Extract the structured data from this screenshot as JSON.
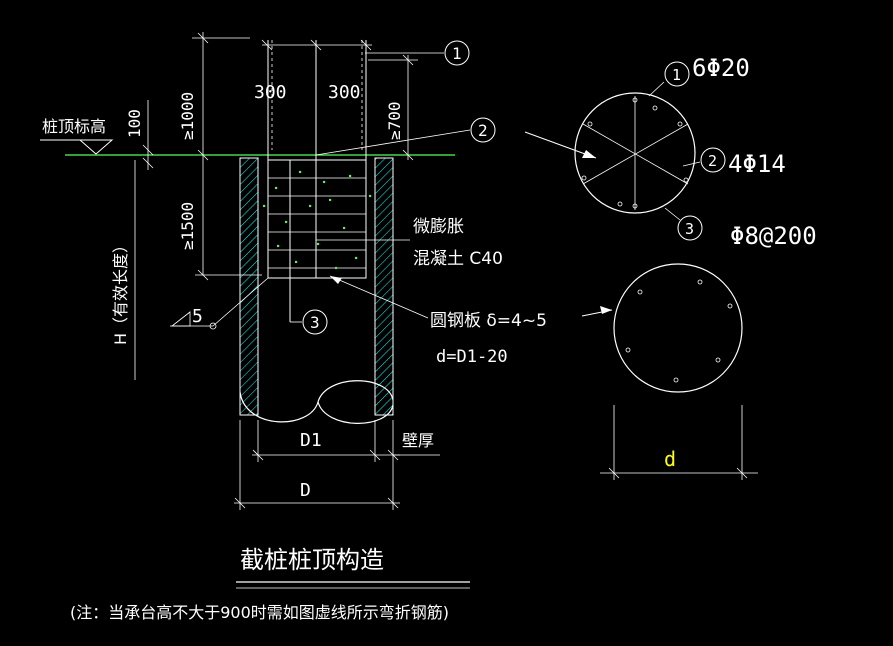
{
  "colors": {
    "background": "#000000",
    "line": "#ffffff",
    "text": "#ffffff",
    "yellow_text": "#ffff00",
    "dimension": "#ffff99",
    "ground": "#55ff55",
    "hatch": "#00ffff",
    "concrete_dots": "#55ff55"
  },
  "labels": {
    "pile_top_elevation": "桩顶标高",
    "dim_100": "100",
    "dim_1000": "≥1000",
    "dim_300_left": "300",
    "dim_300_right": "300",
    "dim_700": "≥700",
    "dim_1500": "≥1500",
    "effective_length": "H（有效长度）",
    "weld_size": "5",
    "callout_1": "1",
    "callout_2": "2",
    "callout_3": "3",
    "expansion_concrete_line1": "微膨胀",
    "expansion_concrete_line2": "混凝土 C40",
    "steel_plate": "圆钢板 δ=4~5",
    "plate_diameter": "d=D1-20",
    "inner_diameter": "D1",
    "outer_diameter": "D",
    "wall_thickness": "壁厚",
    "plate_dim": "d"
  },
  "section": {
    "callout_1": "1",
    "callout_2": "2",
    "callout_3": "3",
    "rebar_1": "6Φ20",
    "rebar_2": "4Φ14",
    "rebar_3": "Φ8@200"
  },
  "footer": {
    "title": "截桩桩顶构造",
    "note": "(注：当承台高不大于900时需如图虚线所示弯折钢筋)"
  }
}
